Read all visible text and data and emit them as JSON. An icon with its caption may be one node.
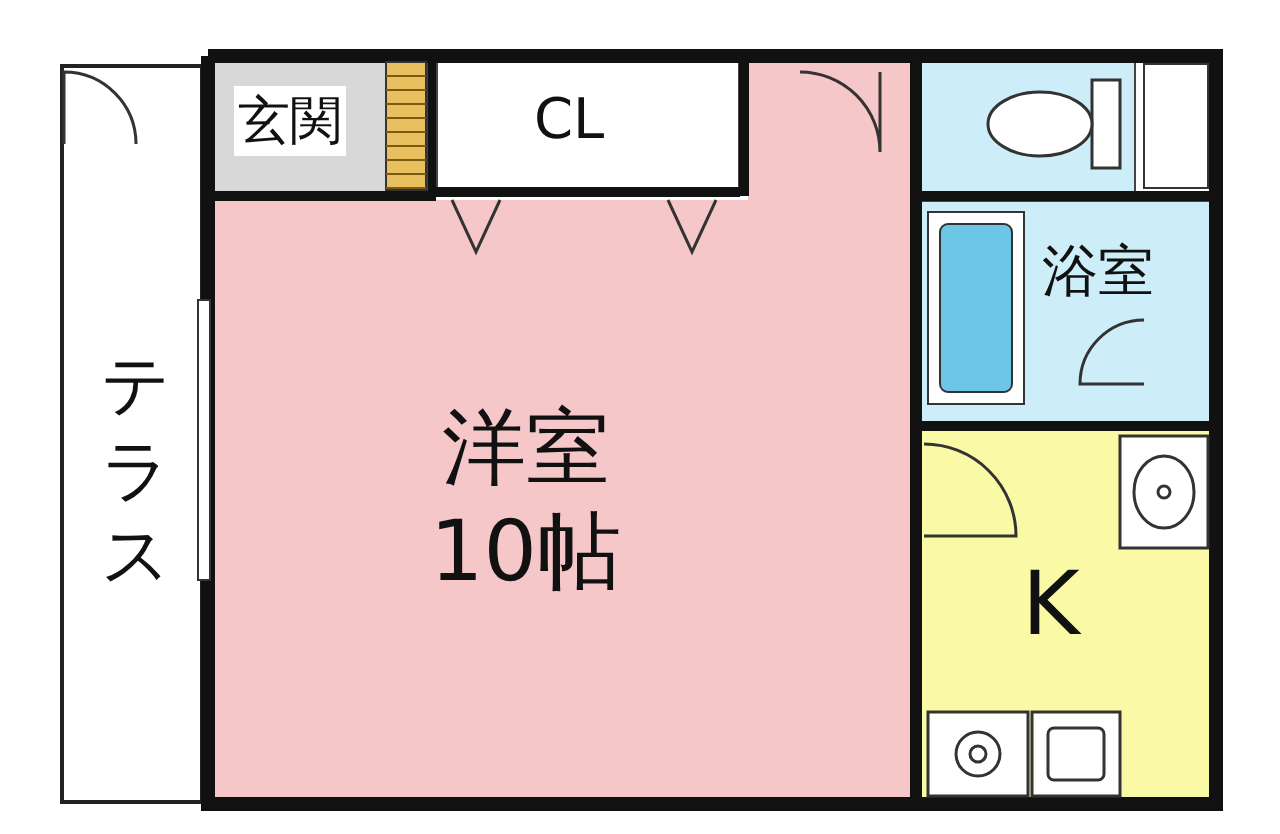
{
  "diagram": {
    "nodes": [
      {
        "text": [
          "テラス"
        ]
      },
      {
        "text": [
          "玄関"
        ]
      },
      {
        "text": [
          "CL"
        ]
      },
      {
        "text": [
          "洋室",
          "10帖"
        ]
      },
      {
        "text": [],
        "shape": "box"
      },
      {
        "text": [
          "浴室"
        ]
      },
      {
        "text": [
          "K"
        ]
      }
    ],
    "edges": []
  }
}
